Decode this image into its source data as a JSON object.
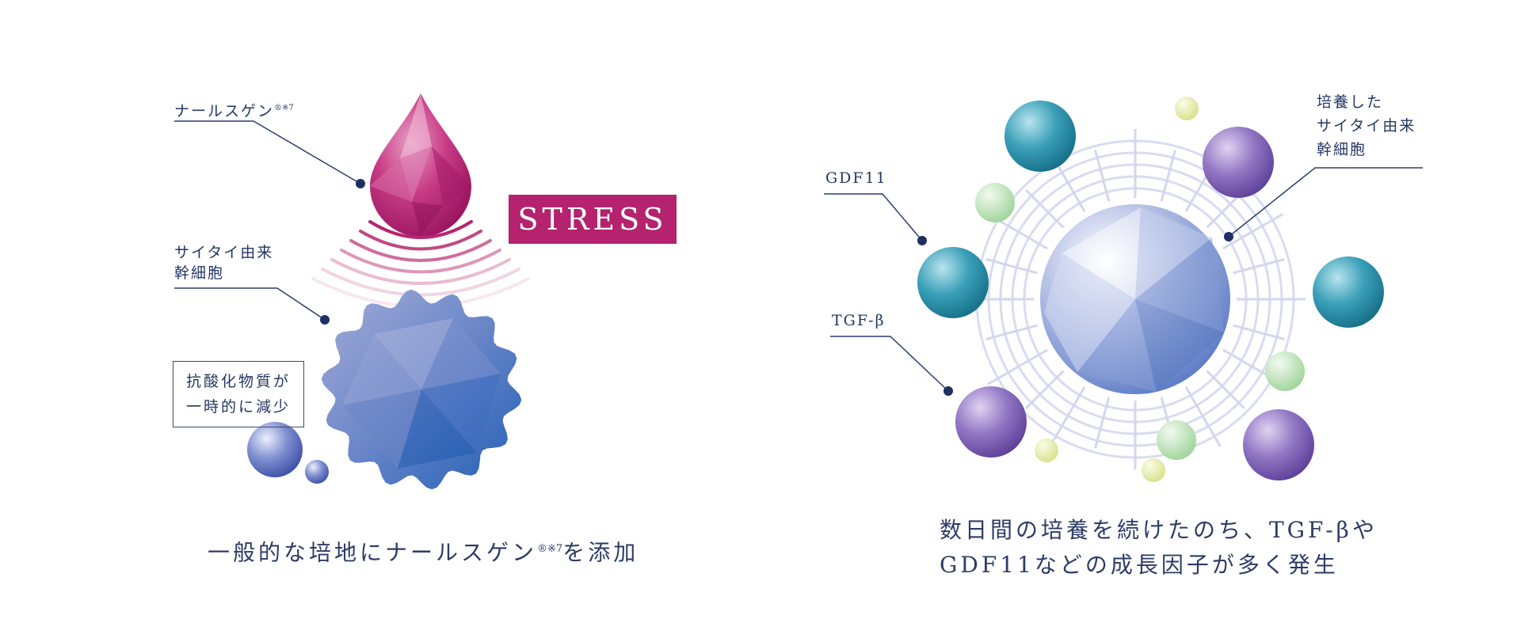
{
  "left_panel": {
    "naru_label": "ナールスゲン",
    "naru_label_sup": "®※7",
    "stem_label_line1": "サイタイ由来",
    "stem_label_line2": "幹細胞",
    "antioxidant_line1": "抗酸化物質が",
    "antioxidant_line2": "一時的に減少",
    "stress_badge": "STRESS",
    "caption_main": "一般的な培地にナールスゲン",
    "caption_sup": "®※7",
    "caption_tail": "を添加"
  },
  "right_panel": {
    "gdf_label": "GDF11",
    "tgf_label": "TGF-β",
    "cultured_line1": "培養した",
    "cultured_line2": "サイタイ由来",
    "cultured_line3": "幹細胞",
    "caption_line1": "数日間の培養を続けたのち、TGF-βや",
    "caption_line2": "GDF11などの成長因子が多く発生"
  },
  "colors": {
    "accent_magenta": "#b5226e",
    "navy_text": "#263764",
    "cell_blue": "#5a78c0",
    "teal_sphere": "#2a93ab",
    "purple_sphere": "#8660b5",
    "green_sphere": "#a9d9a4",
    "yellow_sphere": "#e4ea9f"
  },
  "icons": [
    "drop-icon",
    "wave-icon",
    "cell-icon",
    "sphere-icon"
  ]
}
